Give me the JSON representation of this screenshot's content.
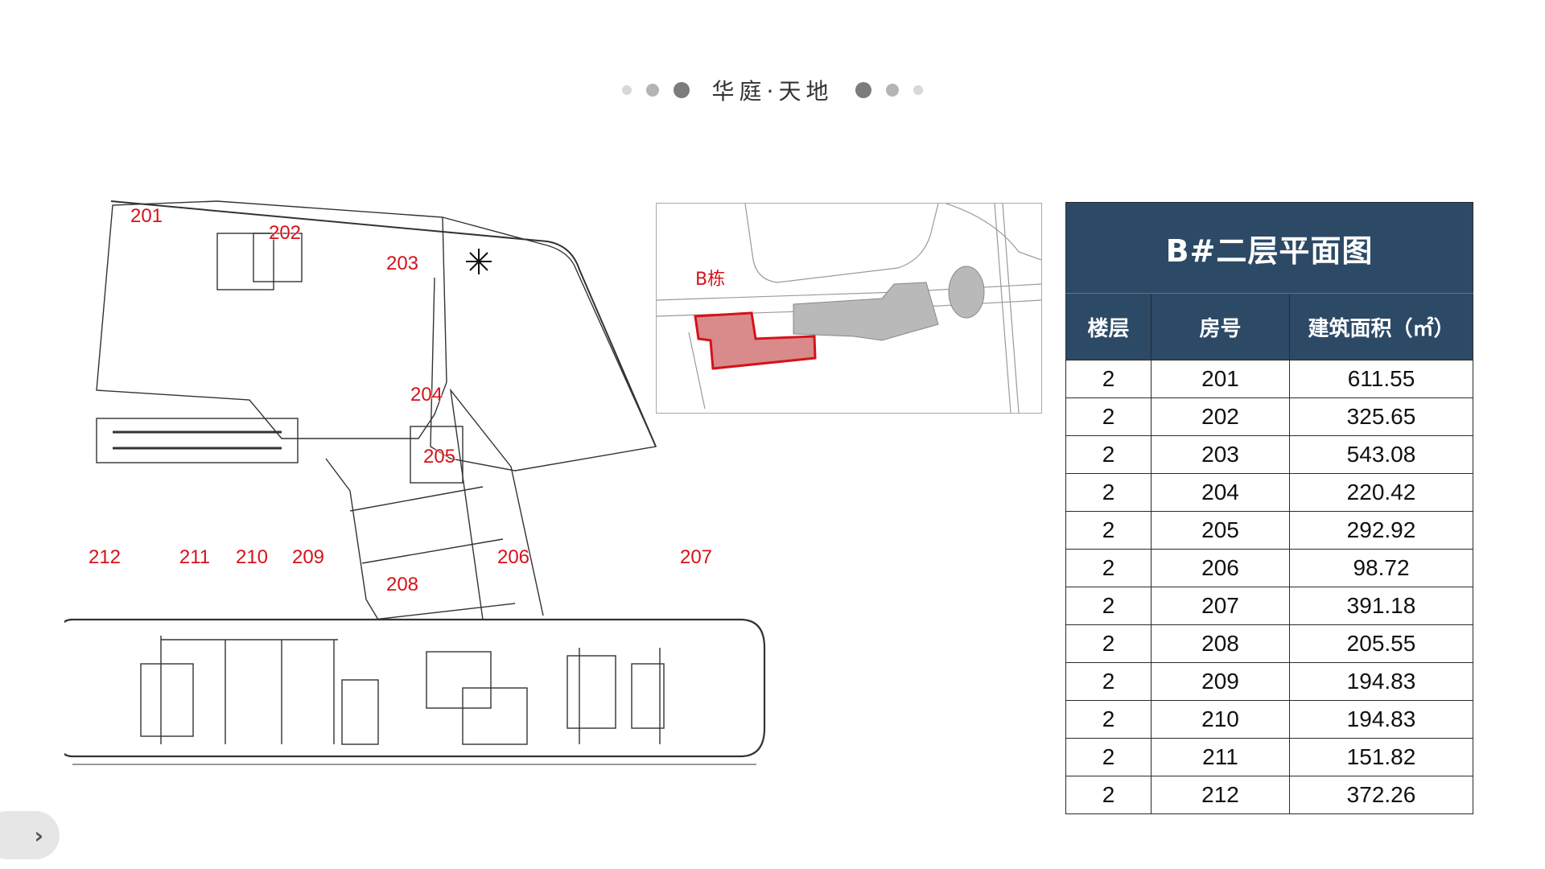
{
  "header": {
    "title": "华庭·天地"
  },
  "site_map": {
    "building_label": "B栋"
  },
  "plan": {
    "units": [
      "201",
      "202",
      "203",
      "204",
      "205",
      "206",
      "207",
      "208",
      "209",
      "210",
      "211",
      "212"
    ]
  },
  "table": {
    "title": "B#二层平面图",
    "columns": [
      "楼层",
      "房号",
      "建筑面积（㎡）"
    ],
    "rows": [
      {
        "floor": "2",
        "room": "201",
        "area": "611.55"
      },
      {
        "floor": "2",
        "room": "202",
        "area": "325.65"
      },
      {
        "floor": "2",
        "room": "203",
        "area": "543.08"
      },
      {
        "floor": "2",
        "room": "204",
        "area": "220.42"
      },
      {
        "floor": "2",
        "room": "205",
        "area": "292.92"
      },
      {
        "floor": "2",
        "room": "206",
        "area": "98.72"
      },
      {
        "floor": "2",
        "room": "207",
        "area": "391.18"
      },
      {
        "floor": "2",
        "room": "208",
        "area": "205.55"
      },
      {
        "floor": "2",
        "room": "209",
        "area": "194.83"
      },
      {
        "floor": "2",
        "room": "210",
        "area": "194.83"
      },
      {
        "floor": "2",
        "room": "211",
        "area": "151.82"
      },
      {
        "floor": "2",
        "room": "212",
        "area": "372.26"
      }
    ]
  },
  "nav": {
    "next_icon": "chevron-right-icon",
    "next_glyph": "›"
  },
  "colors": {
    "table_header": "#2c4a66",
    "unit_label": "#d6121a",
    "highlight_building": "#d98a8a"
  }
}
